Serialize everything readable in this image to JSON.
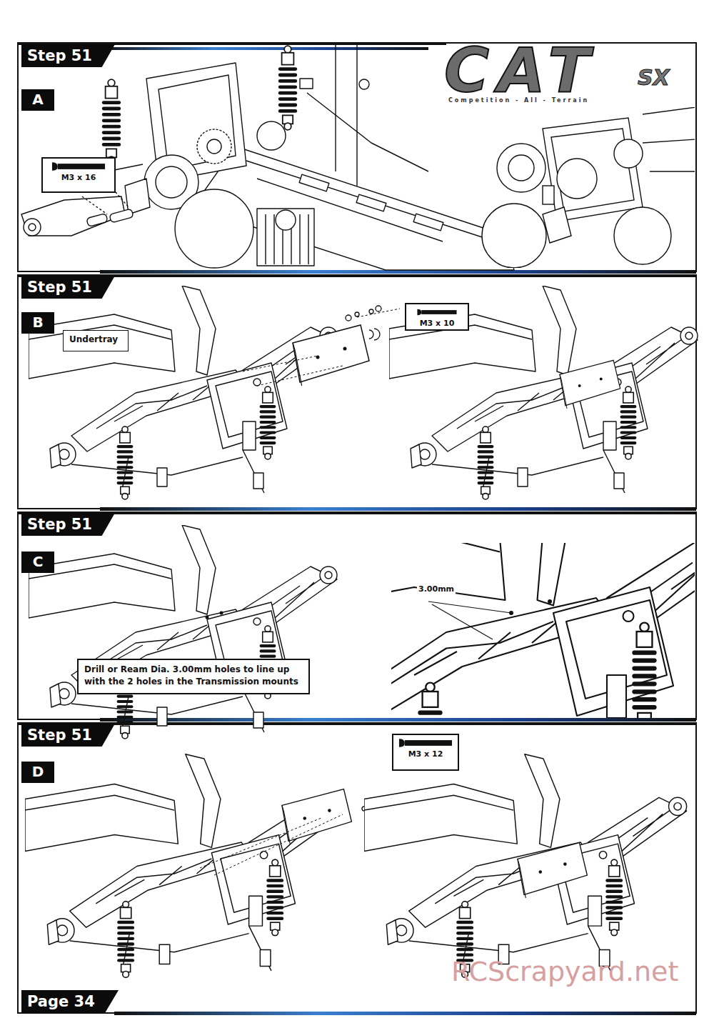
{
  "diagram": {
    "nodes": [
      {
        "text": [
          "Step 51"
        ]
      },
      {
        "text": [
          "A"
        ]
      },
      {
        "text": [
          "M3 x 16"
        ]
      },
      {
        "text": [
          "Step 51"
        ]
      },
      {
        "text": [
          "B"
        ]
      },
      {
        "text": [
          "Undertray"
        ]
      },
      {
        "text": [
          "M3 x 10"
        ]
      },
      {
        "text": [
          "Step 51"
        ]
      },
      {
        "text": [
          "C"
        ]
      },
      {
        "text": [
          "Drill or Ream Dia. 3.00mm holes to line up with the 2 holes in the Transmission mounts"
        ]
      },
      {
        "text": [
          "Step 51"
        ]
      },
      {
        "text": [
          "D"
        ]
      },
      {
        "text": [
          "M3 x 12"
        ]
      },
      {
        "text": [
          "Page 34"
        ]
      }
    ],
    "labels": [
      "CAT",
      "SX",
      "Competition - All - Terrain",
      "3.00mm",
      "RCScrapyard.net"
    ]
  }
}
